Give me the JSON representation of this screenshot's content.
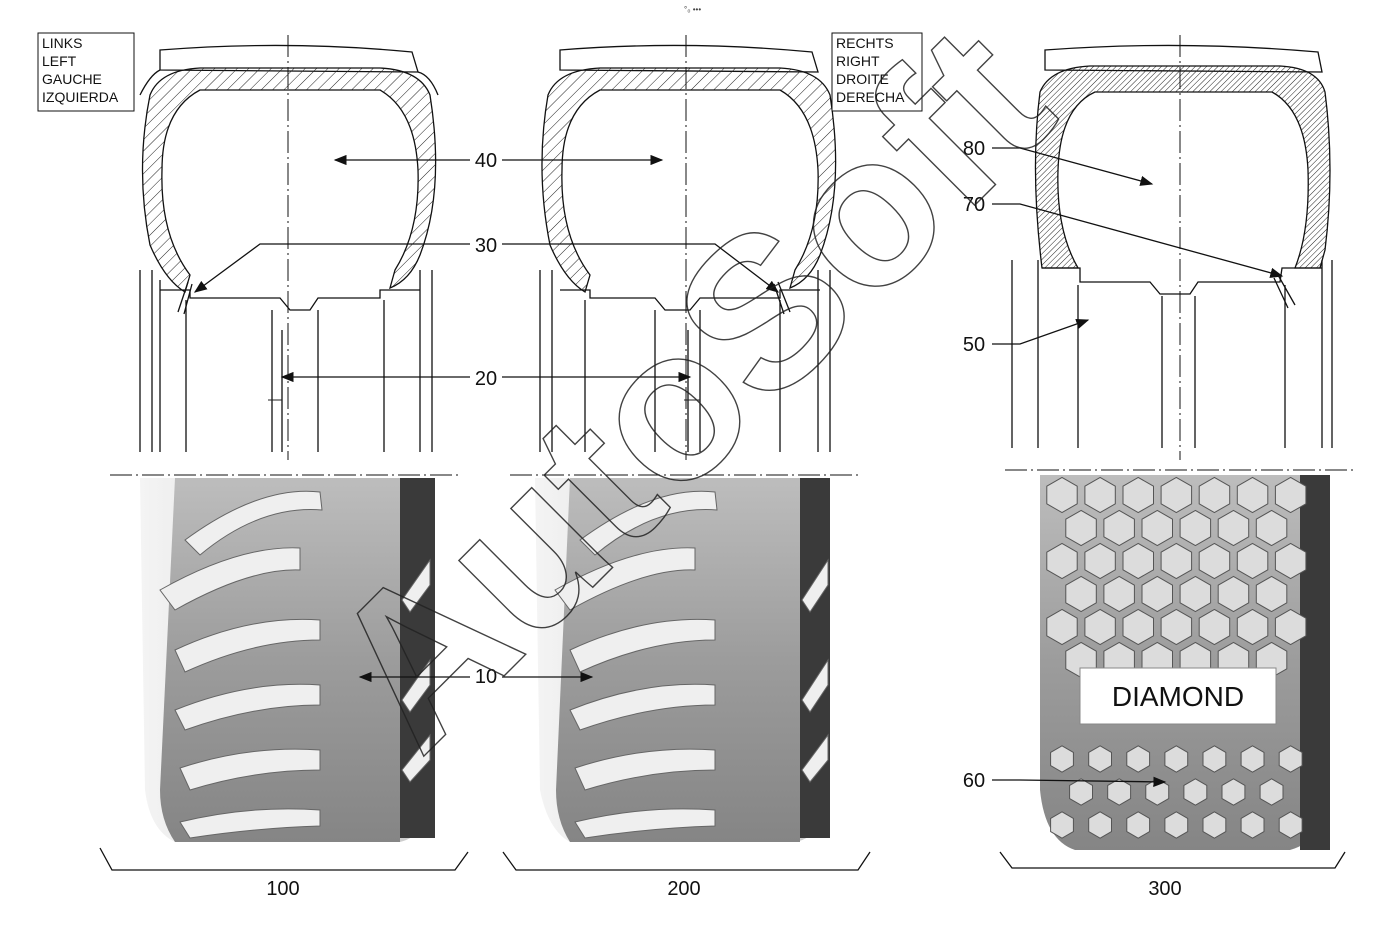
{
  "top_mark": "°₀ •••",
  "left_box": {
    "lines": [
      "LINKS",
      "LEFT",
      "GAUCHE",
      "IZQUIERDA"
    ]
  },
  "right_box": {
    "lines": [
      "RECHTS",
      "RIGHT",
      "DROITE",
      "DERECHA"
    ]
  },
  "callouts": {
    "c10": "10",
    "c20": "20",
    "c30": "30",
    "c40": "40",
    "c50": "50",
    "c60": "60",
    "c70": "70",
    "c80": "80"
  },
  "tyre_labels": {
    "t100": "100",
    "t200": "200",
    "t300": "300"
  },
  "diamond_label": "DIAMOND",
  "watermark": "AutoSoft",
  "colors": {
    "line": "#111111",
    "tread_dark": "#7a7a7a",
    "tread_mid": "#a8a8a8",
    "tread_light": "#d4d4d4",
    "watermark": "#222222"
  }
}
